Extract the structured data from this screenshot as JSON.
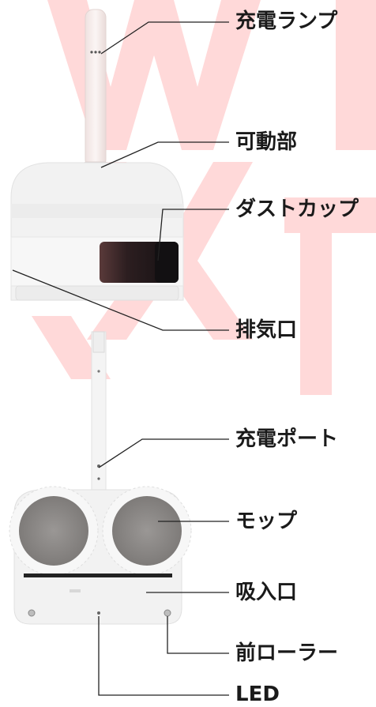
{
  "labels": {
    "charge_lamp": "充電ランプ",
    "movable_part": "可動部",
    "dust_cup": "ダストカップ",
    "exhaust": "排気口",
    "charge_port": "充電ポート",
    "mop": "モップ",
    "intake": "吸入口",
    "front_roller": "前ローラー",
    "led": "LED"
  },
  "colors": {
    "watermark": "#ffd9d9",
    "leader_line": "#222222",
    "product_white": "#f3f3f3",
    "handle_pink": "#f6ebea",
    "dust_cup": "#2a1d1f",
    "mop_pad": "#8d8a88"
  }
}
